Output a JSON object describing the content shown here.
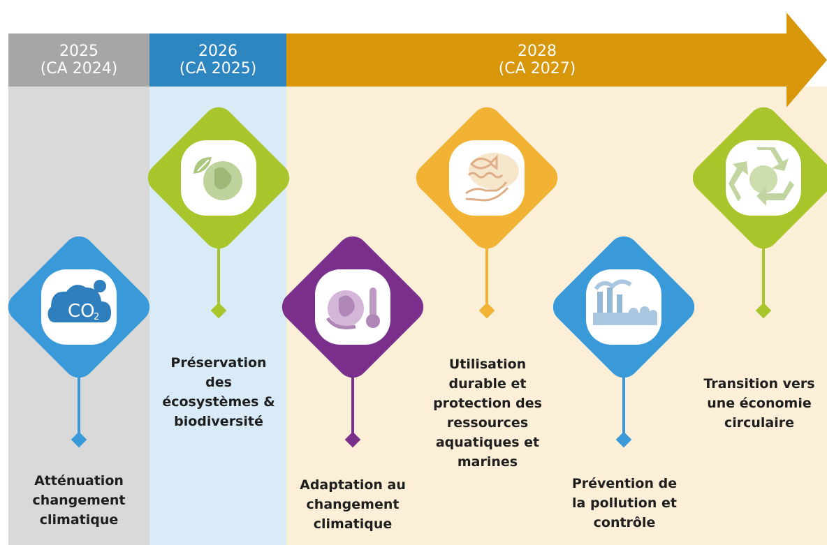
{
  "timeline": {
    "periods": [
      {
        "year": "2025",
        "sub": "(CA 2024)",
        "color": "#a6a6a6",
        "band_color": "#d9d9d9"
      },
      {
        "year": "2026",
        "sub": "(CA 2025)",
        "color": "#2e86c1",
        "band_color": "#d8ebf7"
      },
      {
        "year": "2028",
        "sub": "(CA 2027)",
        "color": "#d8960a",
        "band_color": "#fcefd8"
      }
    ]
  },
  "objectives": [
    {
      "icon": "co2-cloud-icon",
      "color": "#3a9ad9",
      "lines": [
        "Atténuation",
        "changement",
        "climatique"
      ]
    },
    {
      "icon": "globe-leaf-icon",
      "color": "#a8c62c",
      "lines": [
        "Préservation",
        "des",
        "écosystèmes &",
        "biodiversité"
      ]
    },
    {
      "icon": "globe-thermometer-icon",
      "color": "#7b2f8c",
      "lines": [
        "Adaptation au",
        "changement",
        "climatique"
      ]
    },
    {
      "icon": "fish-water-hand-icon",
      "color": "#f2b233",
      "lines": [
        "Utilisation",
        "durable et",
        "protection des",
        "ressources",
        "aquatiques et",
        "marines"
      ]
    },
    {
      "icon": "factory-pollution-icon",
      "color": "#3a9ad9",
      "lines": [
        "Prévention de",
        "la pollution et",
        "contrôle"
      ]
    },
    {
      "icon": "recycle-globe-icon",
      "color": "#a8c62c",
      "lines": [
        "Transition vers",
        "une économie",
        "circulaire"
      ]
    }
  ],
  "co2_text": "CO",
  "co2_sub": "2"
}
